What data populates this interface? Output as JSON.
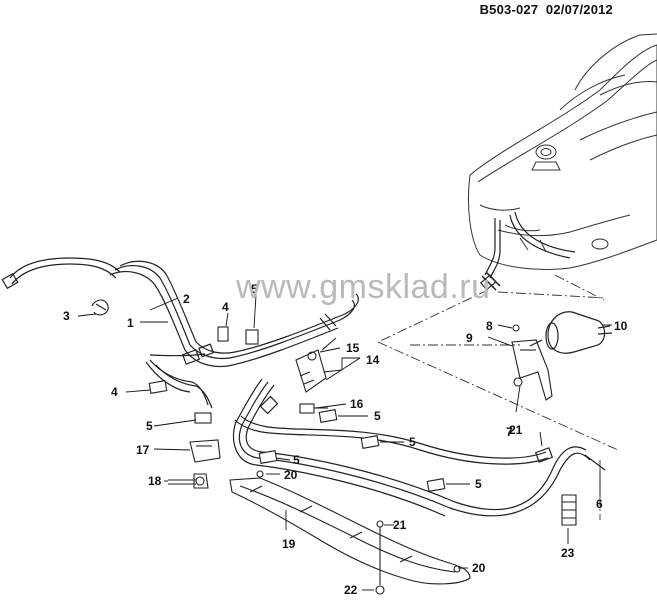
{
  "header": {
    "code": "B503-027",
    "date": "02/07/2012"
  },
  "watermark": "www.gmsklad.ru",
  "callouts": {
    "c1": "1",
    "c2": "2",
    "c3": "3",
    "c4a": "4",
    "c4b": "4",
    "c5a": "5",
    "c5b": "5",
    "c5c": "5",
    "c5d": "5",
    "c5e": "5",
    "c5f": "5",
    "c6": "6",
    "c7": "7",
    "c8": "8",
    "c9": "9",
    "c10": "10",
    "c14": "14",
    "c15": "15",
    "c16": "16",
    "c17": "17",
    "c18": "18",
    "c19": "19",
    "c20a": "20",
    "c20b": "20",
    "c21a": "21",
    "c21b": "21",
    "c22": "22",
    "c23": "23"
  }
}
